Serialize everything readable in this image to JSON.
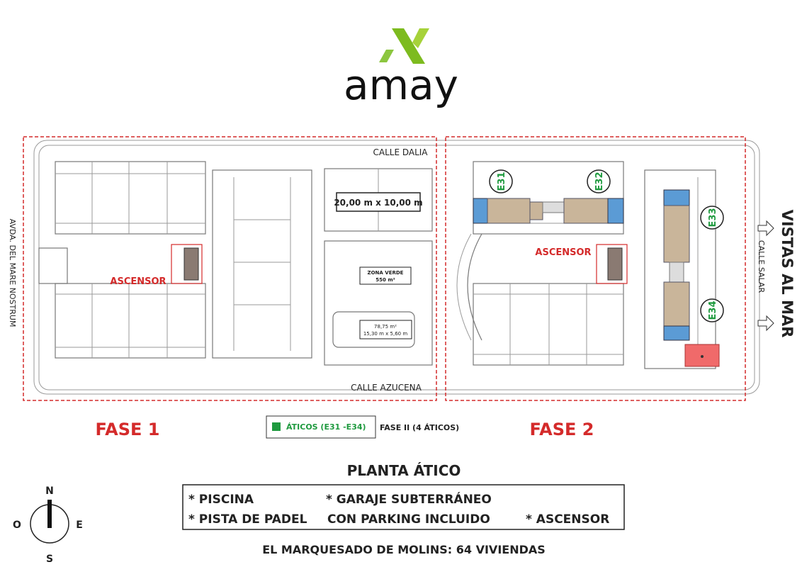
{
  "logo": {
    "text": "amay",
    "brand_color": "#7dbb1f"
  },
  "plan": {
    "streets": {
      "north": "CALLE DALIA",
      "south": "CALLE AZUCENA",
      "west": "AVDA. DEL MARE NOSTRUM",
      "east": "CALLE SALAR"
    },
    "sea_view": "VISTAS AL MAR",
    "phase1": {
      "label": "FASE 1",
      "elevator": "ASCENSOR",
      "padel": "20,00 m x 10,00 m",
      "green_zone": {
        "line1": "ZONA VERDE",
        "line2": "550 m²"
      },
      "pool": {
        "line1": "78,75 m²",
        "line2": "15,30 m x 5,60 m"
      }
    },
    "phase2": {
      "label": "FASE 2",
      "elevator": "ASCENSOR",
      "units": [
        "E31",
        "E32",
        "E33",
        "E34"
      ]
    },
    "colors": {
      "phase_border": "#d42a2a",
      "unit_green": "#1f9a3f",
      "pool_blue": "#5b9bd5",
      "floor_wood": "#c9b59a",
      "red_zone": "#f06a6a"
    }
  },
  "legend": {
    "swatch_label": "ÁTICOS (E31 -E34)",
    "note": "FASE II (4 ÁTICOS)"
  },
  "info": {
    "title": "PLANTA ÁTICO",
    "features": {
      "pool": "* PISCINA",
      "garage1": "* GARAJE SUBTERRÁNEO",
      "padel": "* PISTA DE PADEL",
      "garage2": "CON PARKING INCLUIDO",
      "elevator": "* ASCENSOR"
    },
    "summary": "EL MARQUESADO DE MOLINS: 64 VIVIENDAS"
  },
  "compass": {
    "n": "N",
    "s": "S",
    "e": "E",
    "o": "O"
  }
}
